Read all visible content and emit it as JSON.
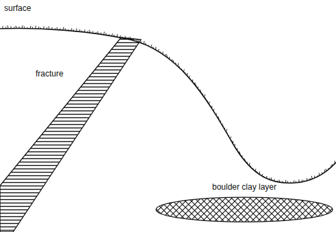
{
  "diagram": {
    "nodes": [
      {
        "text": [
          "boulder clay layer"
        ]
      }
    ],
    "labels": [
      "surface",
      "fracture"
    ]
  }
}
